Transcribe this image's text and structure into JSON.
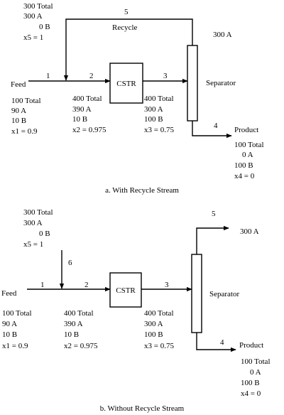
{
  "diagram_a": {
    "caption": "a. With Recycle Stream",
    "unit": "CSTR",
    "separator": "Separator",
    "recycle_label": "Recycle",
    "stream_numbers": {
      "s1": "1",
      "s2": "2",
      "s3": "3",
      "s4": "4",
      "s5": "5"
    },
    "feed": {
      "label": "Feed",
      "total": "100   Total",
      "a": "90   A",
      "b": "10   B",
      "x": "x1 = 0.9"
    },
    "stream2": {
      "total": "400   Total",
      "a": "390   A",
      "b": "10   B",
      "x": "x2 = 0.975"
    },
    "stream3": {
      "total": "400   Total",
      "a": "300   A",
      "b": "100   B",
      "x": "x3 = 0.75"
    },
    "recycle": {
      "total": "300   Total",
      "a": "300   A",
      "b": "0   B",
      "x": "x5 =  1"
    },
    "separator_top": "300   A",
    "product": {
      "label": "Product",
      "total": "100   Total",
      "a": "0   A",
      "b": "100   B",
      "x": "x4 =  0"
    }
  },
  "diagram_b": {
    "caption": "b. Without Recycle Stream",
    "unit": "CSTR",
    "separator": "Separator",
    "stream_numbers": {
      "s1": "1",
      "s2": "2",
      "s3": "3",
      "s4": "4",
      "s5": "5",
      "s6": "6"
    },
    "feed": {
      "label": "Feed",
      "total": "100   Total",
      "a": "90   A",
      "b": "10   B",
      "x": "x1 = 0.9"
    },
    "stream6": {
      "total": "300   Total",
      "a": "300   A",
      "b": "0   B",
      "x": "x5 =  1"
    },
    "stream2": {
      "total": "400   Total",
      "a": "390   A",
      "b": "10   B",
      "x": "x2 = 0.975"
    },
    "stream3": {
      "total": "400   Total",
      "a": "300   A",
      "b": "100   B",
      "x": "x3 = 0.75"
    },
    "stream5_out": "300   A",
    "product": {
      "label": "Product",
      "total": "100   Total",
      "a": "0   A",
      "b": "100   B",
      "x": "x4 =  0"
    }
  }
}
